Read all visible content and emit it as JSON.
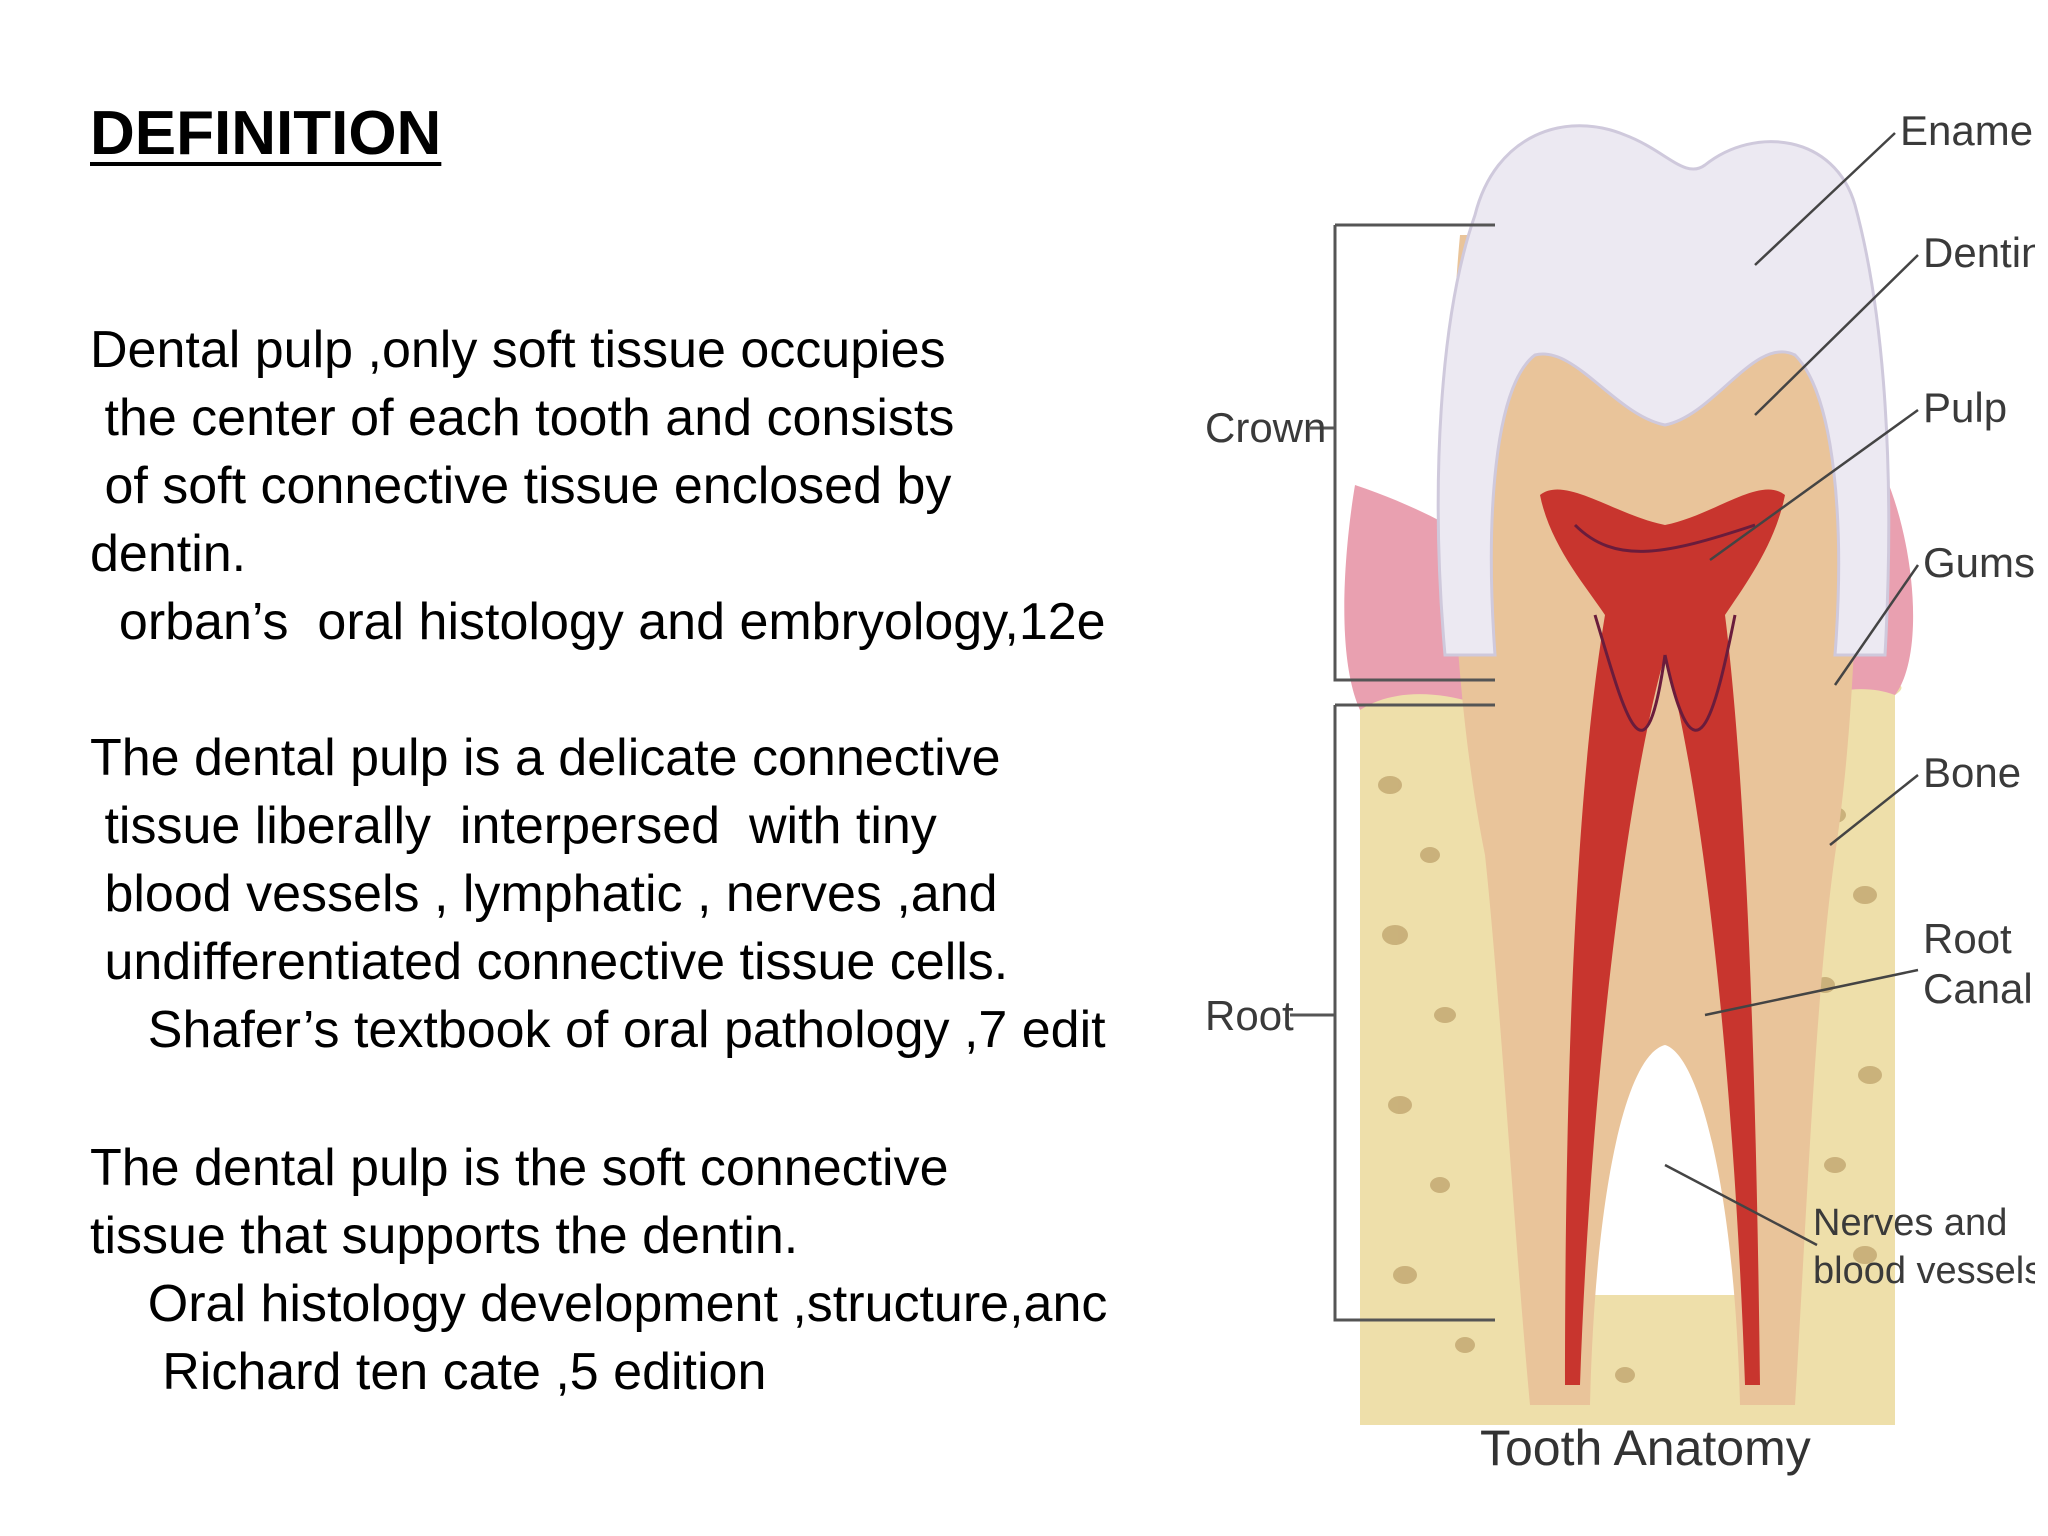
{
  "slide": {
    "title": "DEFINITION",
    "lines": [
      "Dental pulp ,only soft tissue occupies",
      " the center of each tooth and consists",
      " of soft connective tissue enclosed by",
      "dentin.",
      "  orban’s  oral histology and embryology,12e",
      "The dental pulp is a delicate connective",
      " tissue liberally  interpersed  with tiny",
      " blood vessels , lymphatic , nerves ,and",
      " undifferentiated connective tissue cells.",
      "    Shafer’s textbook of oral pathology ,7 edit",
      "The dental pulp is the soft connective",
      "tissue that supports the dentin.",
      "    Oral histology development ,structure,anc",
      "     Richard ten cate ,5 edition"
    ]
  },
  "figure": {
    "title": "Tooth Anatomy",
    "labels": {
      "enamel": "Enamel",
      "dentin": "Dentin",
      "pulp": "Pulp",
      "gums": "Gums",
      "bone": "Bone",
      "root_canal_1": "Root",
      "root_canal_2": "Canal",
      "nerves_1": "Nerves and",
      "nerves_2": "blood vessels",
      "crown": "Crown",
      "root": "Root"
    },
    "colors": {
      "enamel": "#ece9f2",
      "dentin": "#e9c49a",
      "pulp": "#c8352e",
      "gums": "#e9a0b0",
      "bone": "#eedfaa"
    }
  }
}
